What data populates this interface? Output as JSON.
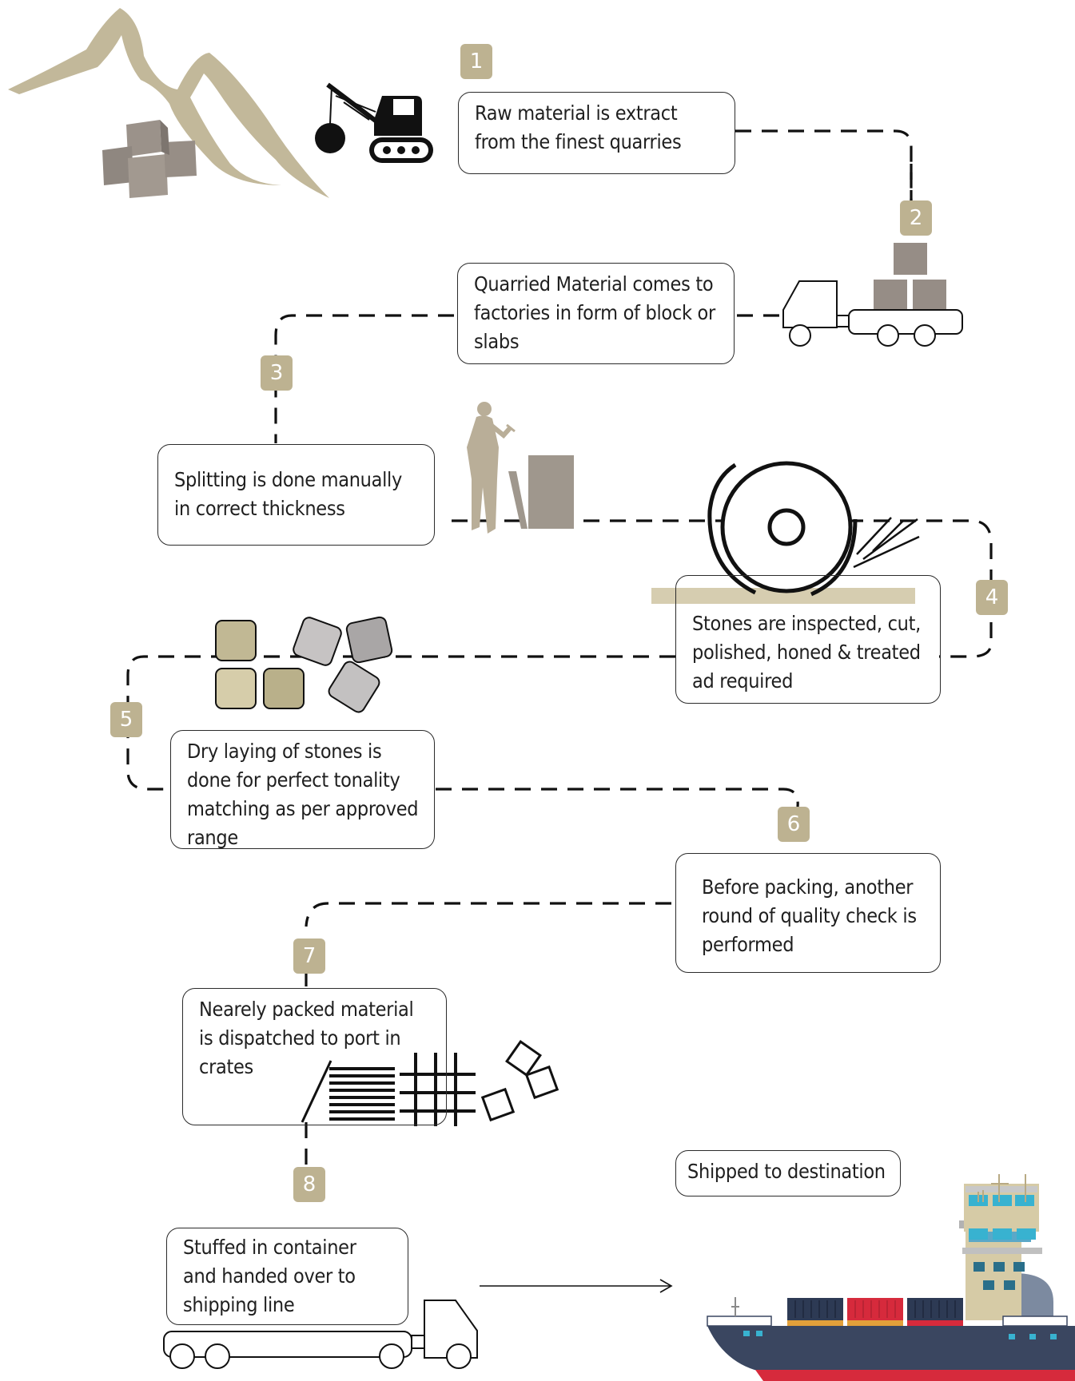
{
  "accent_color": "#bdb291",
  "steps": [
    {
      "number": "1",
      "text": "Raw material is extract from the finest quarries"
    },
    {
      "number": "2",
      "text": "Quarried Material comes to factories in form of block or slabs"
    },
    {
      "number": "3",
      "text": "Splitting is done manually in correct thickness"
    },
    {
      "number": "4",
      "text": "Stones are inspected, cut, polished, honed & treated ad required"
    },
    {
      "number": "5",
      "text": "Dry laying of stones is done for perfect tonality matching as per approved range"
    },
    {
      "number": "6",
      "text": "Before packing, another round of quality check is performed"
    },
    {
      "number": "7",
      "text": "Nearely packed material is dispatched to port in crates"
    },
    {
      "number": "8",
      "text": "Stuffed in container and handed over to shipping line"
    }
  ],
  "final_label": "Shipped to destination",
  "icons": [
    "mountain-icon",
    "stone-blocks-icon",
    "crane-icon",
    "truck-with-blocks-icon",
    "worker-splitting-icon",
    "cutting-wheel-icon",
    "dry-laying-tiles-icon",
    "crates-icon",
    "container-truck-icon",
    "cargo-ship-icon"
  ]
}
